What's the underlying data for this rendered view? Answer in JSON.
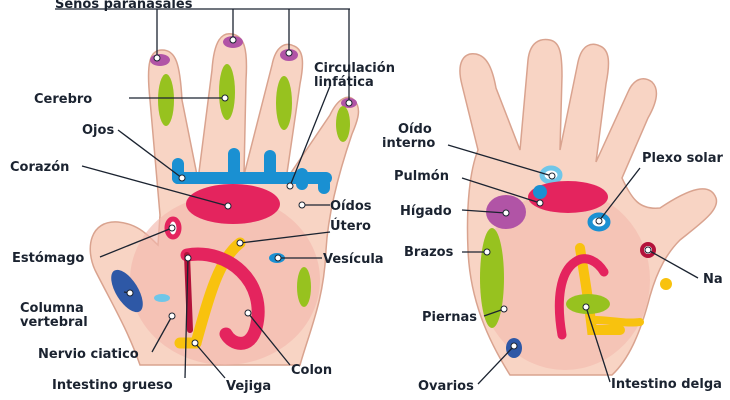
{
  "title": "Senos paranasales",
  "colors": {
    "skin": "#f8d4c4",
    "skin_outline": "#d9a38f",
    "palm": "#f3b9ad",
    "pink_magenta": "#e4245e",
    "blue": "#1a90d2",
    "green": "#97c21f",
    "yellow": "#f8c20e",
    "purple": "#b154a6",
    "navy": "#2e58a6",
    "darkred": "#b3123a",
    "light_blue": "#6fc6e8"
  },
  "left_hand": {
    "labels": {
      "cerebro": "Cerebro",
      "circulacion_l1": "Circulación",
      "circulacion_l2": "linfática",
      "ojos": "Ojos",
      "corazon": "Corazón",
      "oidos": "Oídos",
      "utero": "Útero",
      "estomago": "Estómago",
      "vesicula": "Vesícula",
      "columna_l1": "Columna",
      "columna_l2": "vertebral",
      "nervio": "Nervio ciatico",
      "colon": "Colon",
      "intestino_grueso": "Intestino grueso",
      "vejiga": "Vejiga"
    }
  },
  "right_hand": {
    "labels": {
      "oido_l1": "Oído",
      "oido_l2": "interno",
      "plexo": "Plexo solar",
      "pulmon": "Pulmón",
      "higado": "Hígado",
      "brazos": "Brazos",
      "nariz_partial": "Na",
      "piernas": "Piernas",
      "ovarios": "Ovarios",
      "intestino_delgado_partial": "Intestino delga"
    }
  }
}
